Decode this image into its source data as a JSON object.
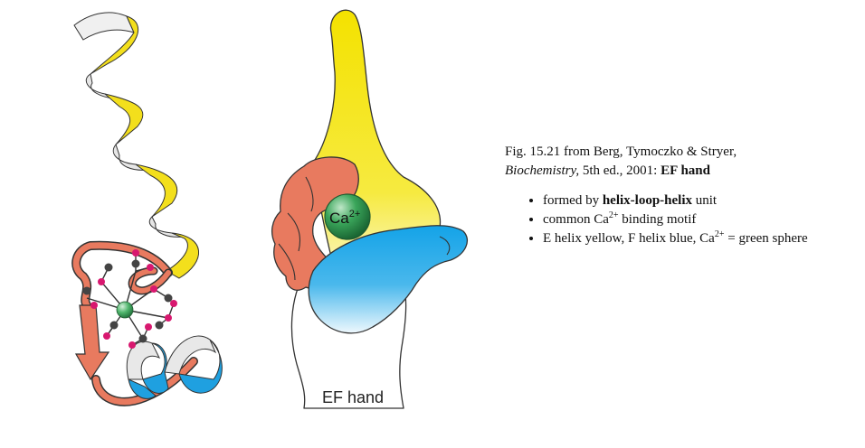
{
  "figure": {
    "ion_label": "Ca",
    "ion_charge": "2+",
    "hand_label": "EF hand"
  },
  "caption": {
    "line1": "Fig. 15.21 from Berg, Tymoczko & Stryer,",
    "book_title": "Biochemistry,",
    "line2_rest": " 5th ed., 2001: ",
    "line2_bold": "EF hand",
    "bullets": {
      "b1_pre": "formed by ",
      "b1_bold": "helix-loop-helix",
      "b1_post": " unit",
      "b2_pre": "common Ca",
      "b2_sup": "2+",
      "b2_post": " binding motif",
      "b3_pre": "E helix yellow, F helix blue, Ca",
      "b3_sup": "2+",
      "b3_post": " = green sphere"
    }
  },
  "colors": {
    "e_helix": "#f2e21f",
    "f_helix": "#1fa0e0",
    "loop": "#e87a5f",
    "calcium": "#3aa55a",
    "oxygen": "#d8186f",
    "carbon": "#444444"
  }
}
